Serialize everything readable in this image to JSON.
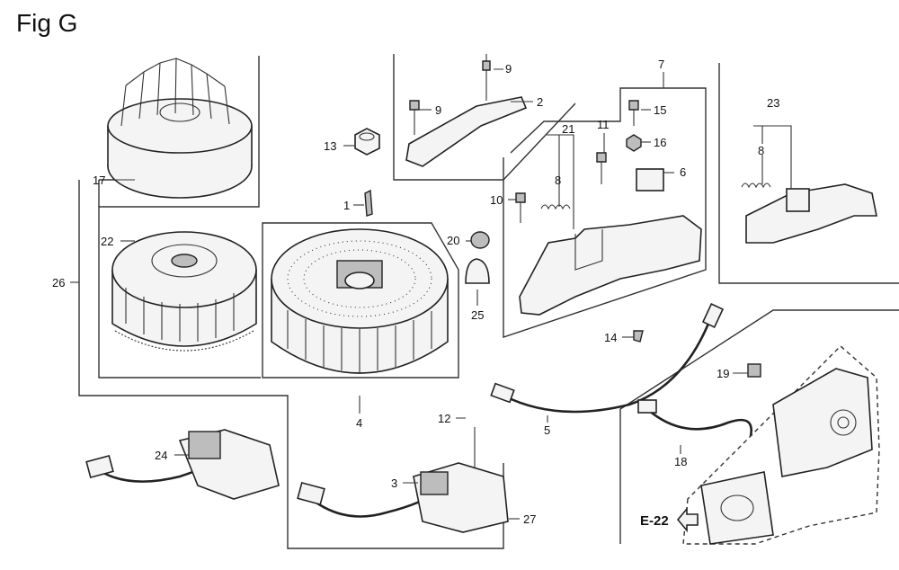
{
  "figure": {
    "title": "Fig G",
    "reference_label": "E-22",
    "callouts": [
      "1",
      "2",
      "3",
      "4",
      "5",
      "6",
      "7",
      "8",
      "8",
      "8",
      "9",
      "9",
      "10",
      "11",
      "12",
      "13",
      "14",
      "15",
      "16",
      "17",
      "18",
      "19",
      "20",
      "21",
      "22",
      "23",
      "24",
      "25",
      "26",
      "27"
    ]
  }
}
